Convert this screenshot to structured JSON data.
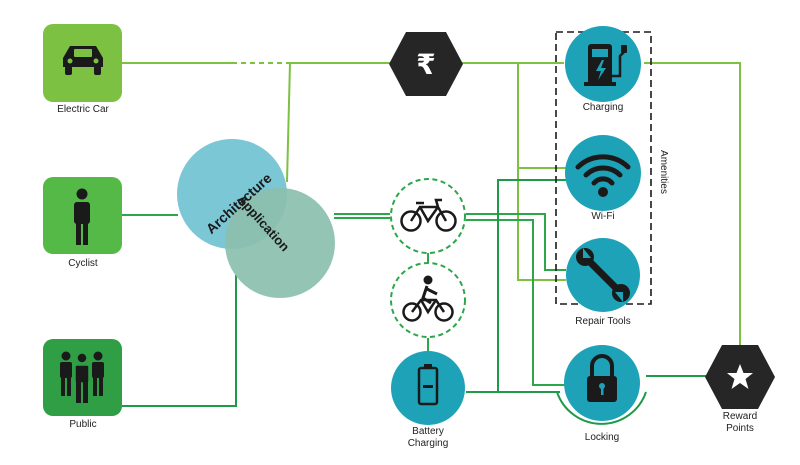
{
  "users": {
    "electric_car": "Electric Car",
    "cyclist": "Cyclist",
    "public": "Public"
  },
  "center": {
    "architecture": "Architecture",
    "application": "Application"
  },
  "currency_symbol": "₹",
  "amenities": {
    "group_label": "Amenities",
    "charging": "Charging",
    "wifi": "Wi-Fi",
    "repair_tools": "Repair Tools"
  },
  "battery_charging": "Battery\nCharging",
  "locking": "Locking",
  "reward_points": "Reward\nPoints",
  "colors": {
    "user_green": "#55b947",
    "line_light": "#7dc142",
    "line_dark": "#1f9a48",
    "teal": "#1ea2b8",
    "circle_blue": "#7cc7d6",
    "circle_sage": "#8cbfae",
    "hex_dark": "#262626"
  },
  "icons": [
    "car-icon",
    "person-icon",
    "group-icon",
    "rupee-icon",
    "charging-station-icon",
    "wifi-icon",
    "wrench-icon",
    "bicycle-icon",
    "cyclist-icon",
    "battery-icon",
    "padlock-icon",
    "star-icon"
  ]
}
